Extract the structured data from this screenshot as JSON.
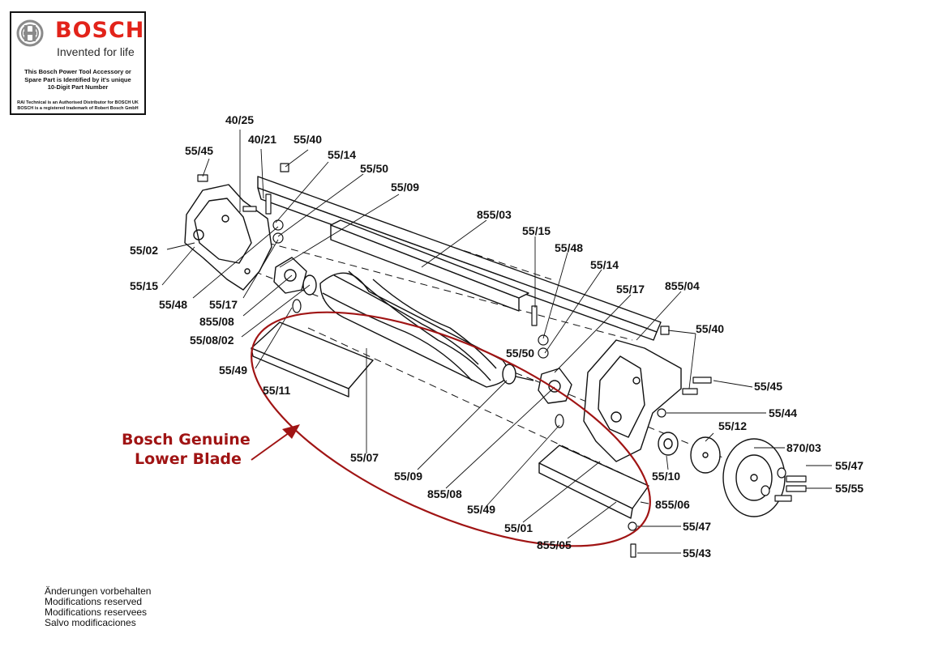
{
  "logo": {
    "brand": "BOSCH",
    "tagline": "Invented for life",
    "note_line1": "This Bosch Power Tool Accessory or",
    "note_line2": "Spare Part is Identified by it's unique",
    "note_line3": "10-Digit Part Number",
    "fine_line1": "RAI Technical is an Authorised Distributor for BOSCH UK",
    "fine_line2": "BOSCH is a registered trademark of Robert Bosch GmbH",
    "brand_color": "#e2231a"
  },
  "callout": {
    "line1": "Bosch Genuine",
    "line2": "Lower Blade",
    "color": "#a01414"
  },
  "modifications": [
    "Änderungen vorbehalten",
    "Modifications reserved",
    "Modifications reservees",
    "Salvo modificaciones"
  ],
  "part_labels": {
    "p40_25": "40/25",
    "p40_21": "40/21",
    "p55_40a": "55/40",
    "p55_45a": "55/45",
    "p55_14a": "55/14",
    "p55_50a": "55/50",
    "p55_09a": "55/09",
    "p855_03": "855/03",
    "p55_02": "55/02",
    "p55_15a": "55/15",
    "p55_48a": "55/48",
    "p55_17a": "55/17",
    "p855_08a": "855/08",
    "p55_08_02": "55/08/02",
    "p55_49a": "55/49",
    "p55_11": "55/11",
    "p55_15b": "55/15",
    "p55_48b": "55/48",
    "p55_14b": "55/14",
    "p55_17b": "55/17",
    "p855_04": "855/04",
    "p55_40b": "55/40",
    "p55_50b": "55/50",
    "p55_45b": "55/45",
    "p55_44": "55/44",
    "p55_12": "55/12",
    "p870_03": "870/03",
    "p55_47a": "55/47",
    "p55_55": "55/55",
    "p55_10": "55/10",
    "p55_07": "55/07",
    "p55_09b": "55/09",
    "p855_08b": "855/08",
    "p55_49b": "55/49",
    "p55_01": "55/01",
    "p855_06": "855/06",
    "p55_47b": "55/47",
    "p855_05": "855/05",
    "p55_43": "55/43"
  }
}
